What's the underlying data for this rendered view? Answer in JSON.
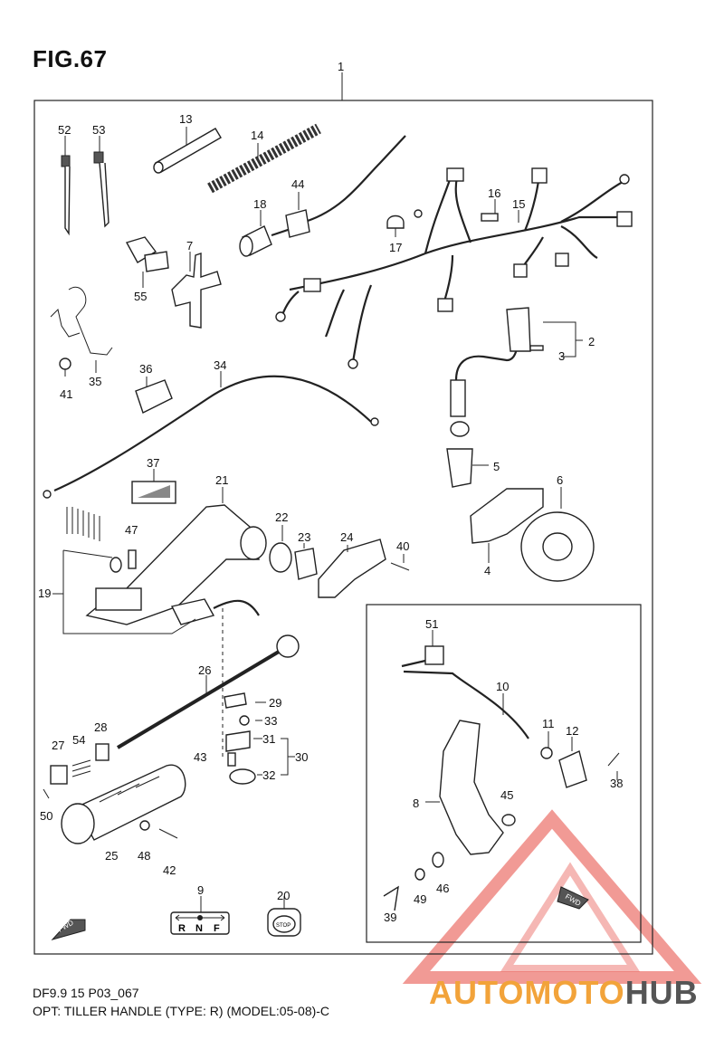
{
  "figure": {
    "title": "FIG.67",
    "footer_code": "DF9.9 15 P03_067",
    "footer_desc": "OPT: TILLER HANDLE (TYPE: R) (MODEL:05-08)-C"
  },
  "callouts": [
    "1",
    "2",
    "3",
    "4",
    "5",
    "6",
    "7",
    "8",
    "9",
    "10",
    "11",
    "12",
    "13",
    "14",
    "15",
    "16",
    "17",
    "18",
    "19",
    "20",
    "21",
    "22",
    "23",
    "24",
    "25",
    "26",
    "27",
    "28",
    "29",
    "30",
    "31",
    "32",
    "33",
    "35",
    "34",
    "36",
    "37",
    "38",
    "39",
    "40",
    "41",
    "42",
    "43",
    "44",
    "45",
    "46",
    "47",
    "48",
    "49",
    "50",
    "51",
    "52",
    "53",
    "54",
    "55"
  ],
  "plate_labels": {
    "shift": [
      "R",
      "N",
      "F"
    ],
    "stop": "STOP",
    "fwd_left": "FWD",
    "fwd_right": "FWD"
  },
  "watermark": {
    "part1": "AUTO",
    "part2": "MOTO",
    "part3": "HUB",
    "color_primary": "#f2a33a",
    "color_secondary": "#555555",
    "color_triangle": "#e8574f"
  }
}
